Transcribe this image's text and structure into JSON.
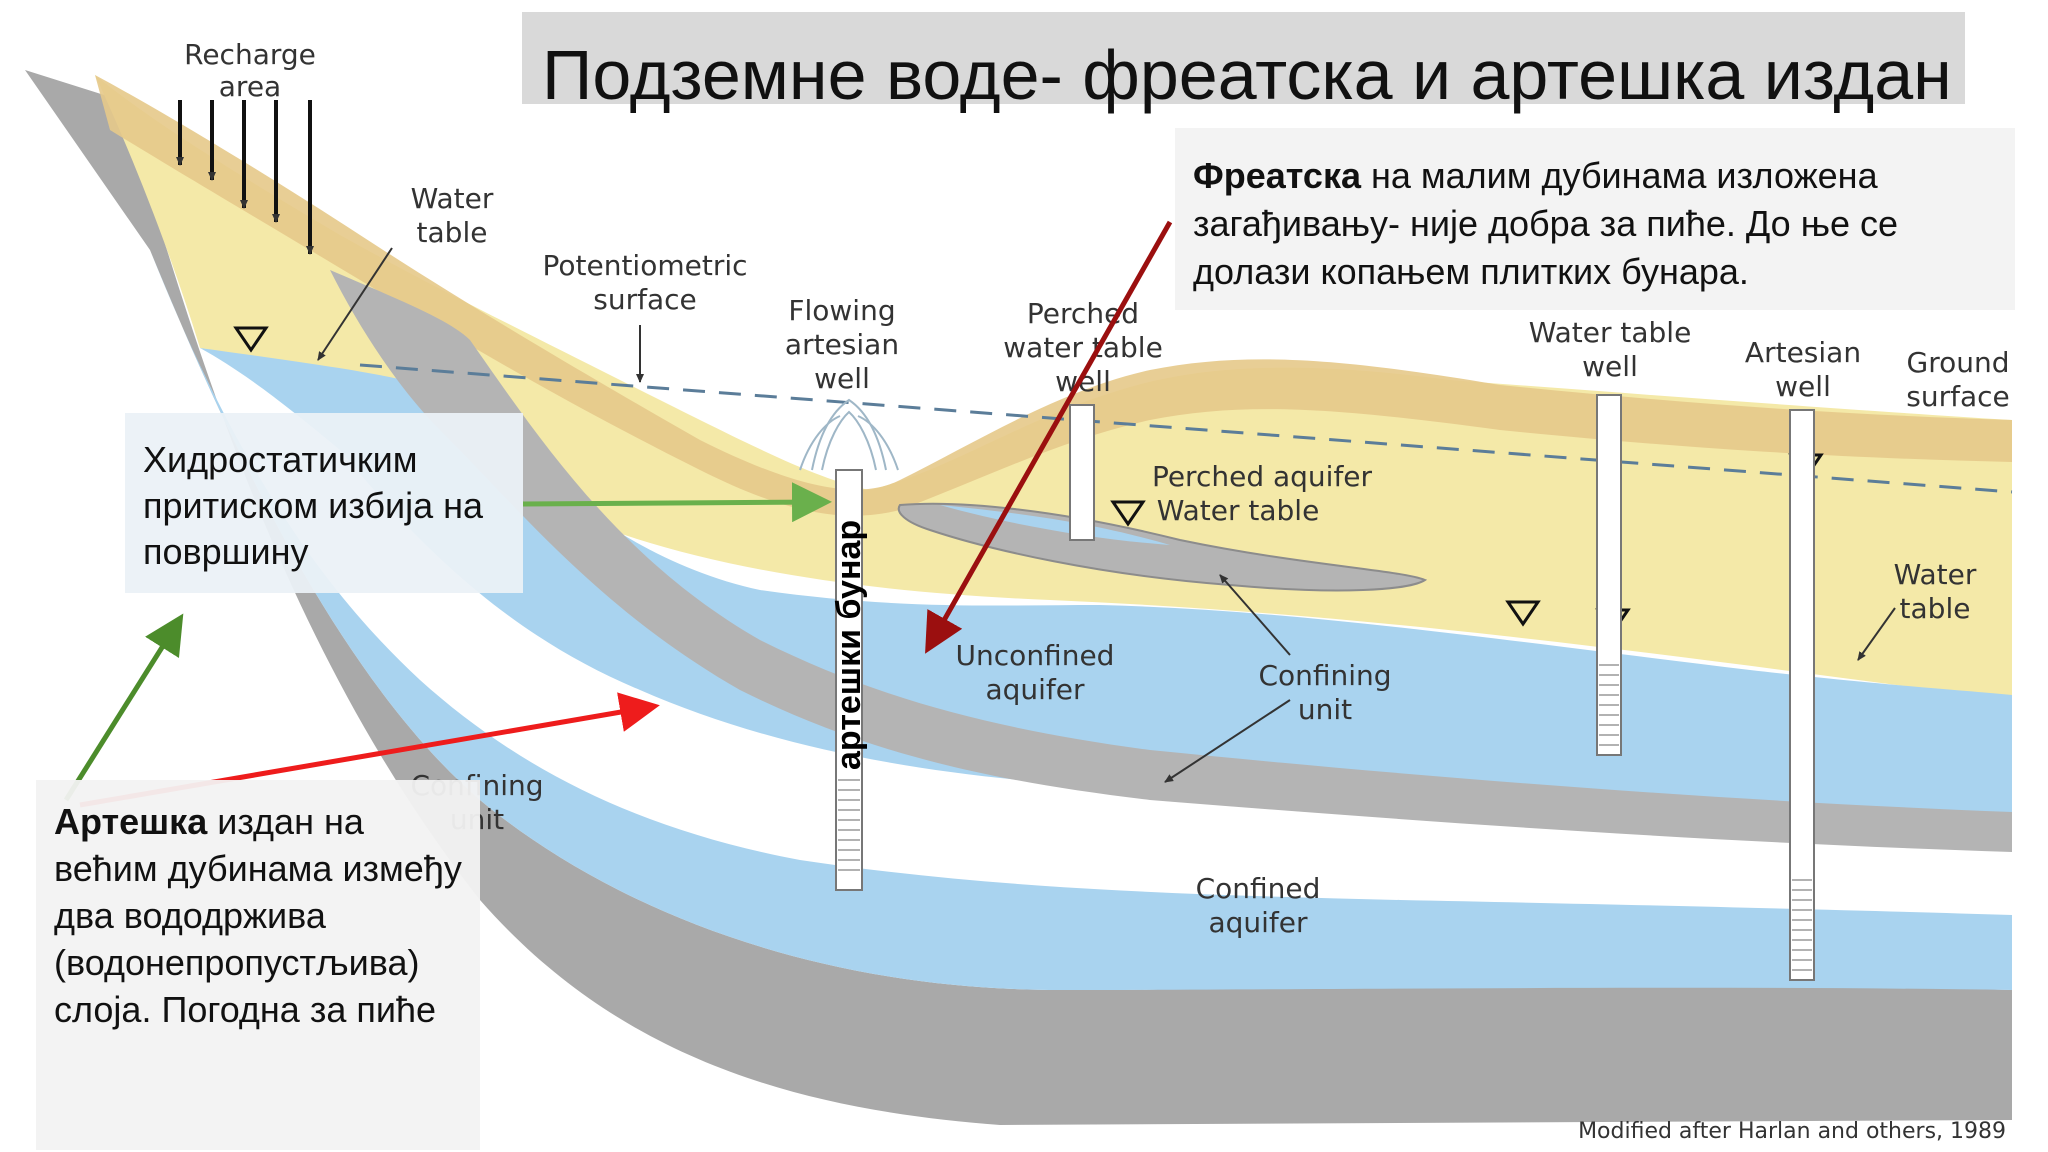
{
  "title": "Подземне воде- фреатска и артешка издан",
  "diagram_labels": {
    "recharge_area": [
      "Recharge",
      "area"
    ],
    "water_table_left": [
      "Water",
      "table"
    ],
    "potentiometric_surface": [
      "Potentiometric",
      "surface"
    ],
    "flowing_artesian_well": [
      "Flowing",
      "artesian",
      "well"
    ],
    "perched_water_table_well": [
      "Perched",
      "water table",
      "well"
    ],
    "water_table_well": [
      "Water table",
      "well"
    ],
    "artesian_well": [
      "Artesian",
      "well"
    ],
    "ground_surface": [
      "Ground",
      "surface"
    ],
    "perched_aquifer": "Perched aquifer",
    "perched_water_table": "Water table",
    "water_table_right": [
      "Water",
      "table"
    ],
    "unconfined_aquifer": [
      "Unconfined",
      "aquifer"
    ],
    "confining_unit_middle": [
      "Confining",
      "unit"
    ],
    "confining_unit_left": [
      "Confining",
      "unit"
    ],
    "confined_aquifer": [
      "Confined",
      "aquifer"
    ],
    "source_credit": "Modified after Harlan and others, 1989"
  },
  "vertical_label": "артешки бунар",
  "callouts": {
    "phreatic": {
      "bold": "Фреатска",
      "text": " на малим дубинама изложена загађивању- није добра за пиће. До ње се долази копањем плитких бунара."
    },
    "hydrostatic": {
      "text": "Хидростатичким притиском избија на површину"
    },
    "artesian": {
      "bold": "Артешка",
      "text": " издан на већим дубинама између два вододржива (водонепропустљива) слоја. Погодна за пиће"
    }
  },
  "colors": {
    "background": "#ffffff",
    "title_box": "#d9d9d9",
    "bedrock": "#a9a9a9",
    "bedrock_dark": "#8c8c8c",
    "sand": "#f4e9a8",
    "sand_dark": "#e5c98a",
    "water": "#a9d3ef",
    "confining": "#b4b4b4",
    "arrow_green": "#4c8c2b",
    "arrow_green_light": "#6ab04c",
    "arrow_red": "#ee1c1c",
    "arrow_darkred": "#9b0f0f",
    "potentiometric_line": "#5b7d99"
  }
}
